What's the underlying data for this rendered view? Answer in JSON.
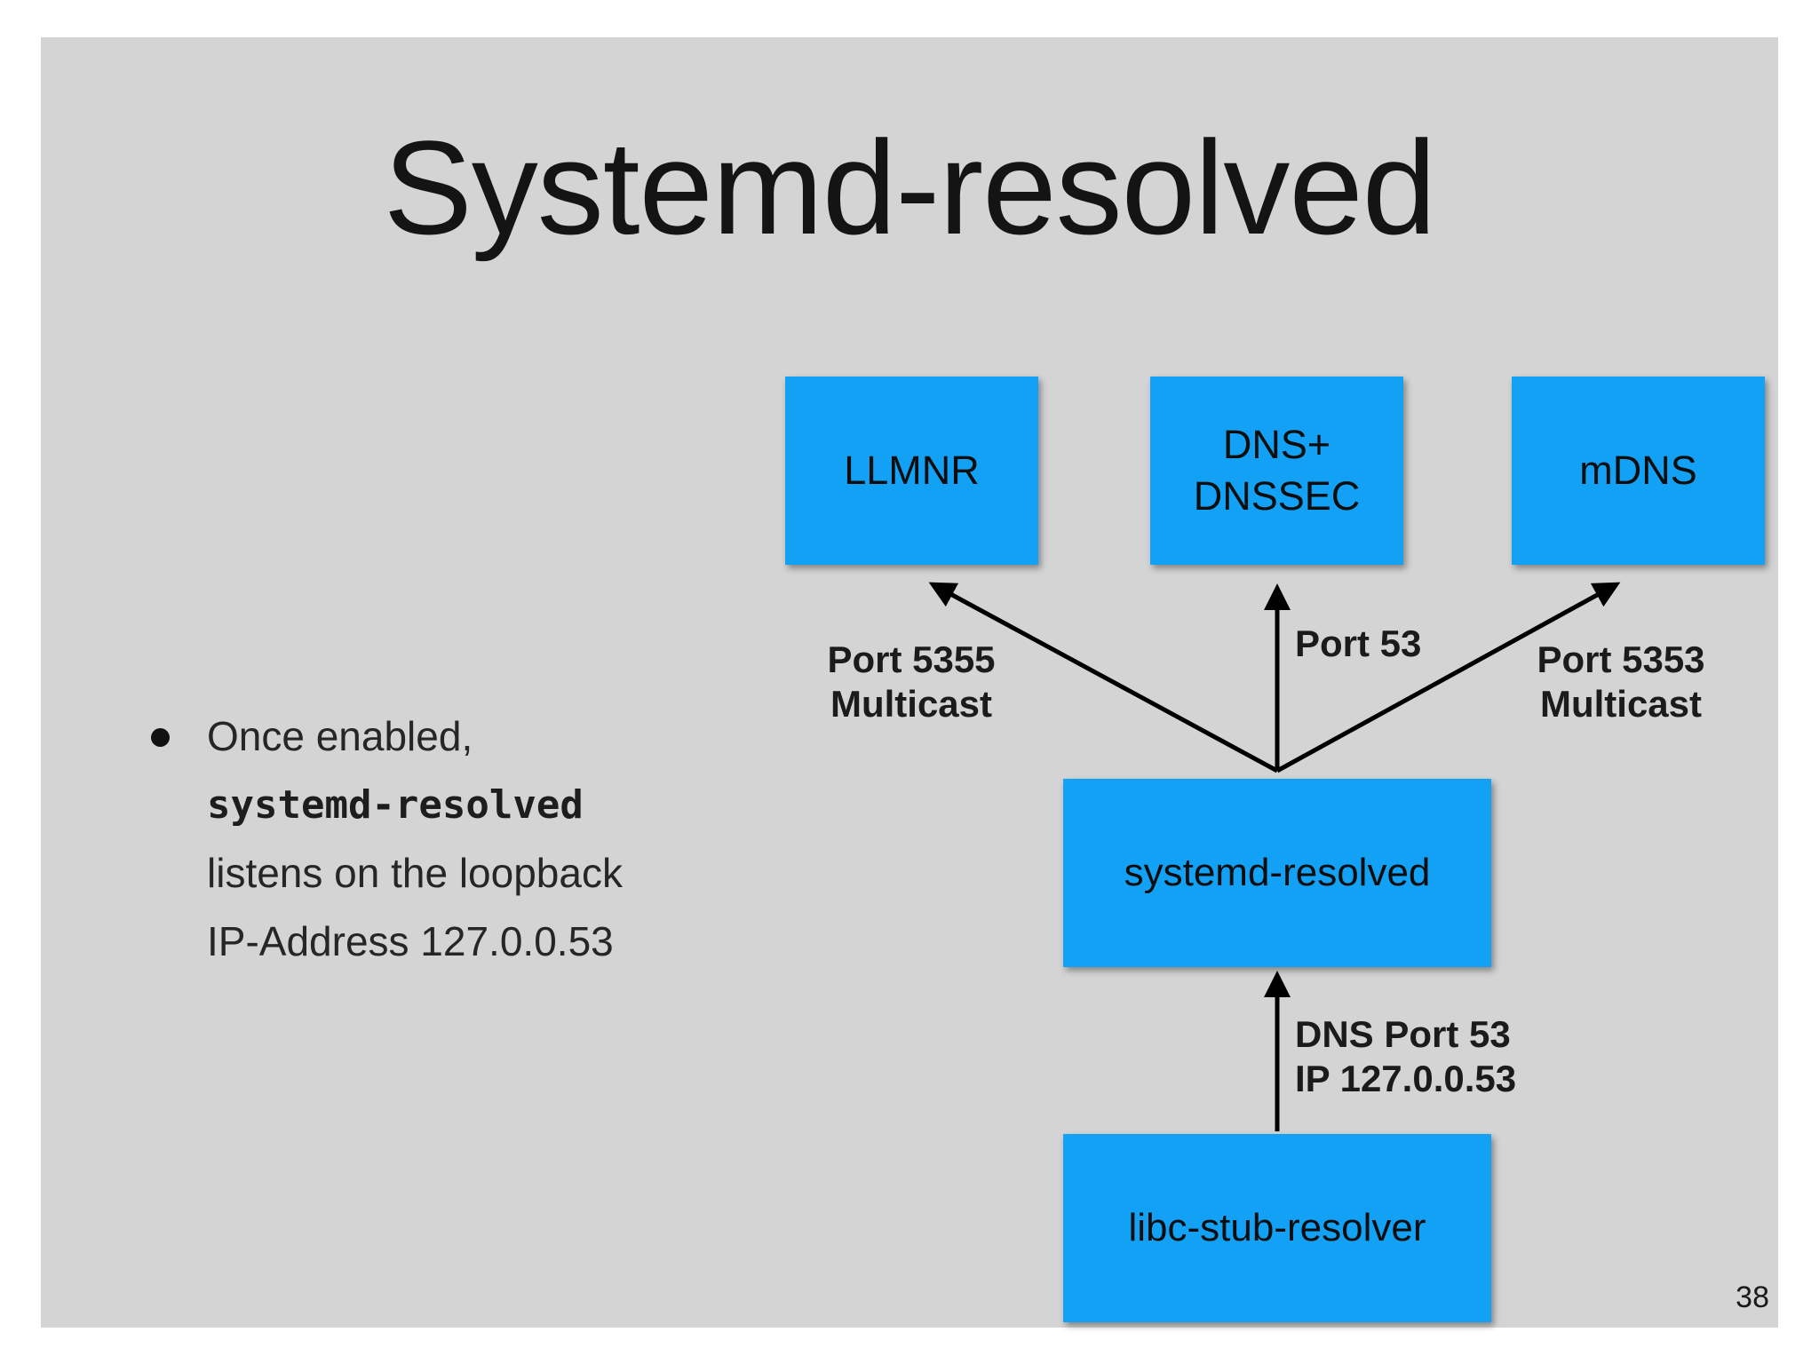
{
  "slide": {
    "title": "Systemd-resolved",
    "page_number": "38",
    "bullet": {
      "line1": "Once enabled,",
      "line2_mono": "systemd-resolved",
      "line3": "listens on the loopback",
      "line4": "IP-Address 127.0.0.53"
    },
    "diagram": {
      "nodes": {
        "llmnr": {
          "label": "LLMNR"
        },
        "dns_dnssec": {
          "label": "DNS+\nDNSSEC"
        },
        "mdns": {
          "label": "mDNS"
        },
        "systemd_resolved": {
          "label": "systemd-resolved"
        },
        "libc_stub_resolver": {
          "label": "libc-stub-resolver"
        }
      },
      "edge_labels": {
        "llmnr": "Port 5355\nMulticast",
        "dns": "Port 53",
        "mdns": "Port 5353\nMulticast",
        "libc": "DNS Port 53\nIP 127.0.0.53"
      }
    },
    "colors": {
      "slide_background": "#d4d4d4",
      "node_fill": "#12a1f4",
      "arrow": "#000000",
      "text": "#141414"
    }
  }
}
